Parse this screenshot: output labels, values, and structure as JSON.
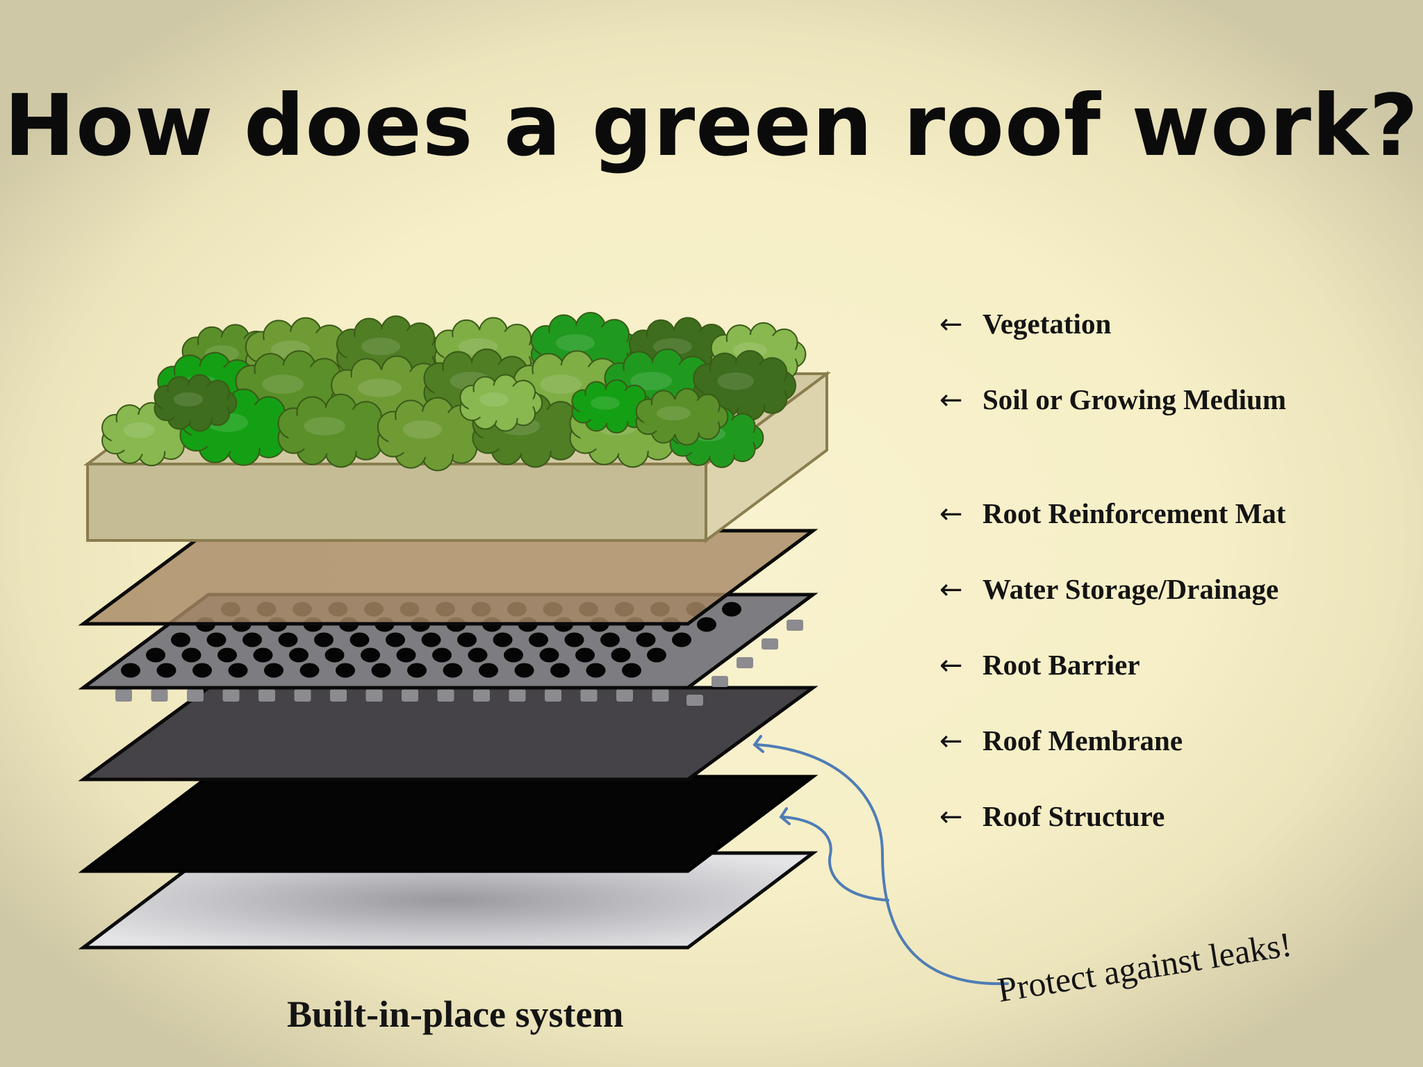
{
  "title": "How does a green roof work?",
  "layers": [
    {
      "label": "Vegetation"
    },
    {
      "label": "Soil or Growing Medium"
    },
    {
      "label": "Root Reinforcement Mat"
    },
    {
      "label": "Water Storage/Drainage"
    },
    {
      "label": "Root Barrier"
    },
    {
      "label": "Roof Membrane"
    },
    {
      "label": "Roof Structure"
    }
  ],
  "arrow_glyph": "←",
  "caption": "Built-in-place system",
  "callout": "Protect against leaks!",
  "colors": {
    "background": "#f6efc7",
    "soil_box": "#c7be98",
    "mat": "#b09575",
    "drainage": "#7c7b7f",
    "root_barrier": "#444246",
    "membrane": "#050505",
    "structure": "#c8c8cc",
    "callout_arrow": "#4f7db5"
  }
}
